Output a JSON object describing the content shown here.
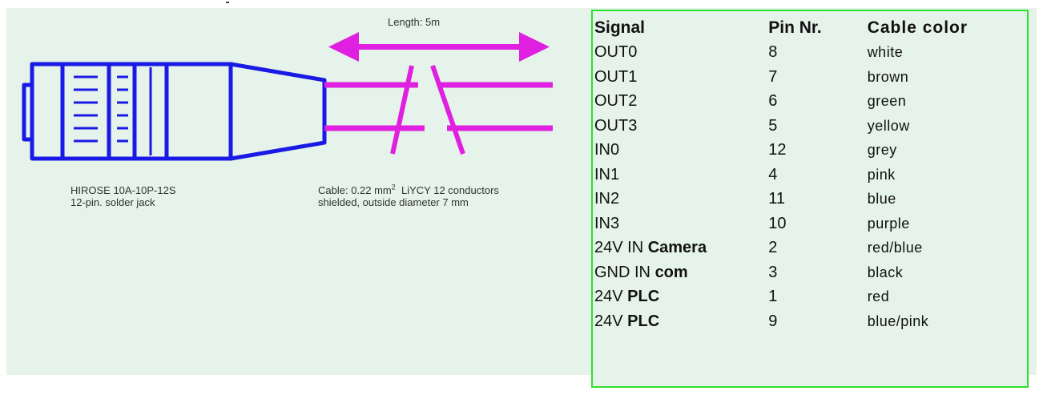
{
  "length_label": "Length:  5m",
  "connector": {
    "line1": "HIROSE 10A-10P-12S",
    "line2": "12-pin. solder jack"
  },
  "cable": {
    "line1_a": "Cable: 0.22 mm",
    "line1_sup": "2",
    "line1_b": "  LiYCY 12 conductors",
    "line2": "shielded, outside diameter 7 mm"
  },
  "colors": {
    "connector": "#1a1ae6",
    "cable": "#e020e0",
    "table_border": "#2ee02e",
    "background": "#e5f3ea"
  },
  "table": {
    "headers": {
      "signal": "Signal",
      "pin": "Pin Nr.",
      "color": "Cable color"
    },
    "rows": [
      {
        "sig": "OUT0",
        "sig_bold": "",
        "pin": "8",
        "color": "white"
      },
      {
        "sig": "OUT1",
        "sig_bold": "",
        "pin": "7",
        "color": "brown"
      },
      {
        "sig": "OUT2",
        "sig_bold": "",
        "pin": "6",
        "color": "green"
      },
      {
        "sig": "OUT3",
        "sig_bold": "",
        "pin": "5",
        "color": "yellow"
      },
      {
        "sig": "IN0",
        "sig_bold": "",
        "pin": "12",
        "color": "grey"
      },
      {
        "sig": "IN1",
        "sig_bold": "",
        "pin": "4",
        "color": "pink"
      },
      {
        "sig": "IN2",
        "sig_bold": "",
        "pin": "11",
        "color": "blue"
      },
      {
        "sig": "IN3",
        "sig_bold": "",
        "pin": "10",
        "color": "purple"
      },
      {
        "sig": "24V IN ",
        "sig_bold": "Camera",
        "pin": "2",
        "color": "red/blue"
      },
      {
        "sig": "GND IN ",
        "sig_bold": "com",
        "pin": "3",
        "color": "black"
      },
      {
        "sig": "24V ",
        "sig_bold": "PLC",
        "pin": "1",
        "color": "red"
      },
      {
        "sig": "24V ",
        "sig_bold": "PLC",
        "pin": "9",
        "color": "blue/pink"
      }
    ]
  }
}
